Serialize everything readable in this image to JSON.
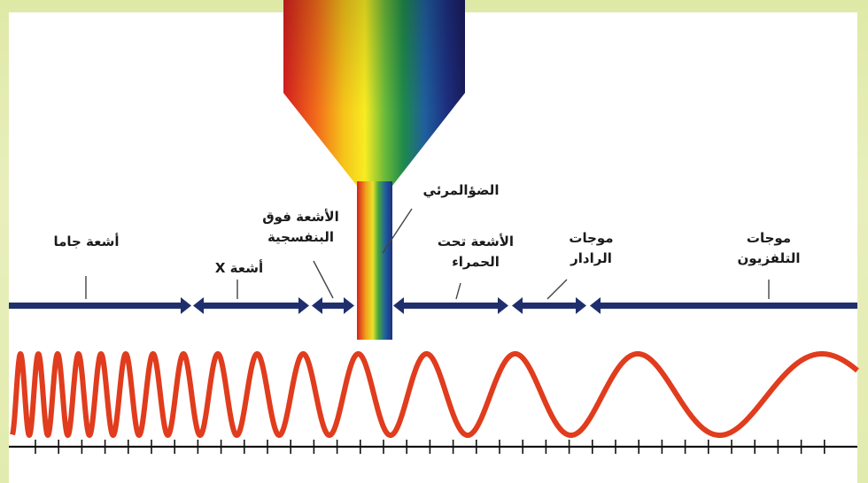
{
  "diagram": {
    "bands": [
      {
        "id": "gamma",
        "lines": [
          "أشعة جاما"
        ]
      },
      {
        "id": "xray",
        "lines": [
          "أشعة X"
        ]
      },
      {
        "id": "uv",
        "lines": [
          "الأشعة فوق",
          "البنفسجية"
        ]
      },
      {
        "id": "visible",
        "lines": [
          "الضؤالمرئي"
        ]
      },
      {
        "id": "ir",
        "lines": [
          "الأشعة تحت",
          "الحمراء"
        ]
      },
      {
        "id": "radar",
        "lines": [
          "موجات",
          "الرادار"
        ]
      },
      {
        "id": "tv",
        "lines": [
          "موجات",
          "التلفزيون"
        ]
      }
    ],
    "colors": {
      "background": "#d9e59a",
      "axis_arrow": "#1f2f6e",
      "wave": "#e03c1d",
      "scale": "#111111"
    },
    "spectrum_colors": [
      "#d51f1f",
      "#f26a1b",
      "#f6c21a",
      "#f7ec22",
      "#69b93a",
      "#1f8a4a",
      "#1f5e9e",
      "#1d2f80",
      "#1a1a5a"
    ]
  }
}
